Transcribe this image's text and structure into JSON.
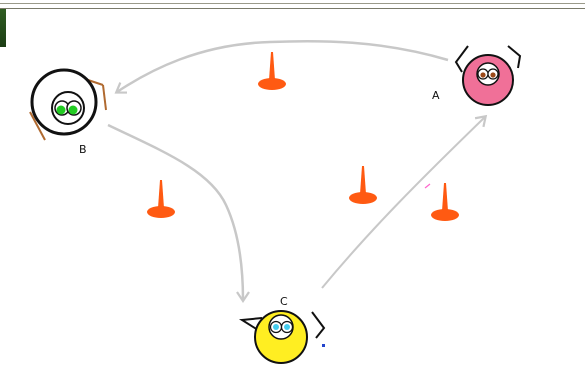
{
  "labels": {
    "player_a": "A",
    "player_b": "B",
    "player_c": "C"
  },
  "colors": {
    "arrow": "#c8c8c8",
    "cone": "#ff5a12",
    "player_a_face": "#f07098",
    "player_b_face": "#ffffff",
    "player_c_face": "#ffee22",
    "eye_b": "#22cc22",
    "eye_c": "#44ccee",
    "eye_a": "#ffffff"
  }
}
